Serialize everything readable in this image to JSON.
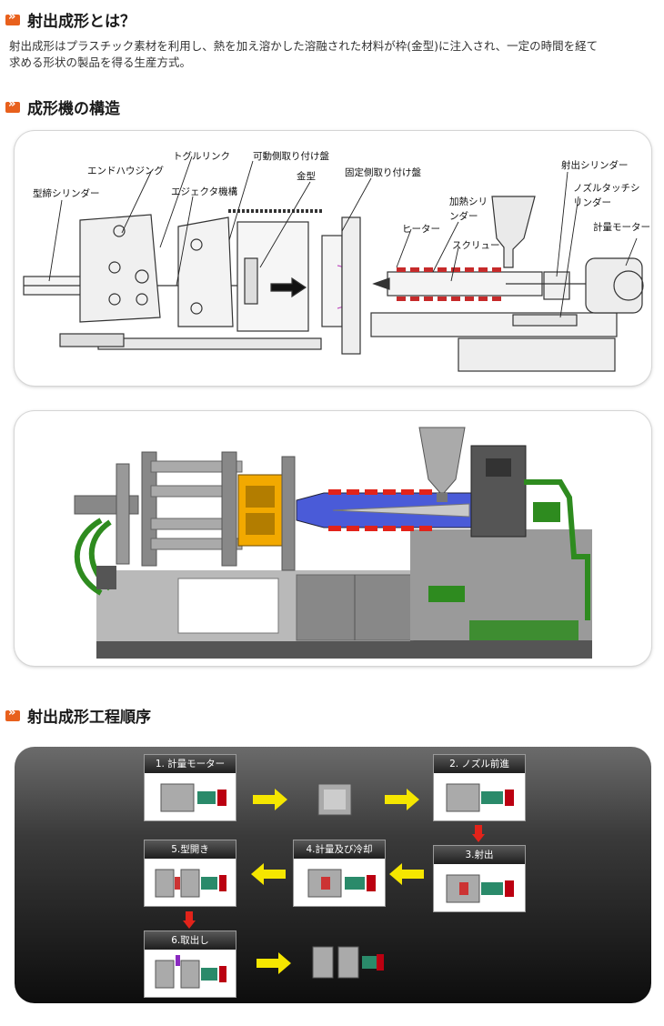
{
  "section1": {
    "title": "射出成形とは？",
    "desc_line1": "射出成形はプラスチック素材を利用し、熱を加え溶かした溶融された材料が枠(金型)に注入され、一定の時間を経て",
    "desc_line2": "求める形状の製品を得る生産方式。"
  },
  "section2": {
    "title": "成形機の構造",
    "labels": {
      "toggle_link": "トグルリンク",
      "movable_platen": "可動側取り付け盤",
      "end_housing": "エンドハウジング",
      "mold": "金型",
      "fixed_platen": "固定側取り付け盤",
      "injection_cylinder": "射出シリンダー",
      "clamp_cylinder": "型締シリンダー",
      "ejector": "エジェクタ機構",
      "nozzle_touch_1": "ノズルタッチシ",
      "nozzle_touch_2": "リンダー",
      "heating_1": "加熱シリ",
      "heating_2": "ンダー",
      "heater": "ヒーター",
      "screw": "スクリュー",
      "meter_motor": "計量モーター"
    }
  },
  "section3": {
    "title": "射出成形工程順序",
    "steps": {
      "s1": "1. 計量モーター",
      "s2": "2. ノズル前進",
      "s3": "3.射出",
      "s4": "4.計量及び冷却",
      "s5": "5.型開き",
      "s6": "6.取出し"
    }
  },
  "colors": {
    "accent": "#e8601c",
    "arrow_yellow": "#f5e600",
    "arrow_red": "#e2231a",
    "machine_blue": "#4a5bd8",
    "machine_green": "#2e8b1f"
  }
}
